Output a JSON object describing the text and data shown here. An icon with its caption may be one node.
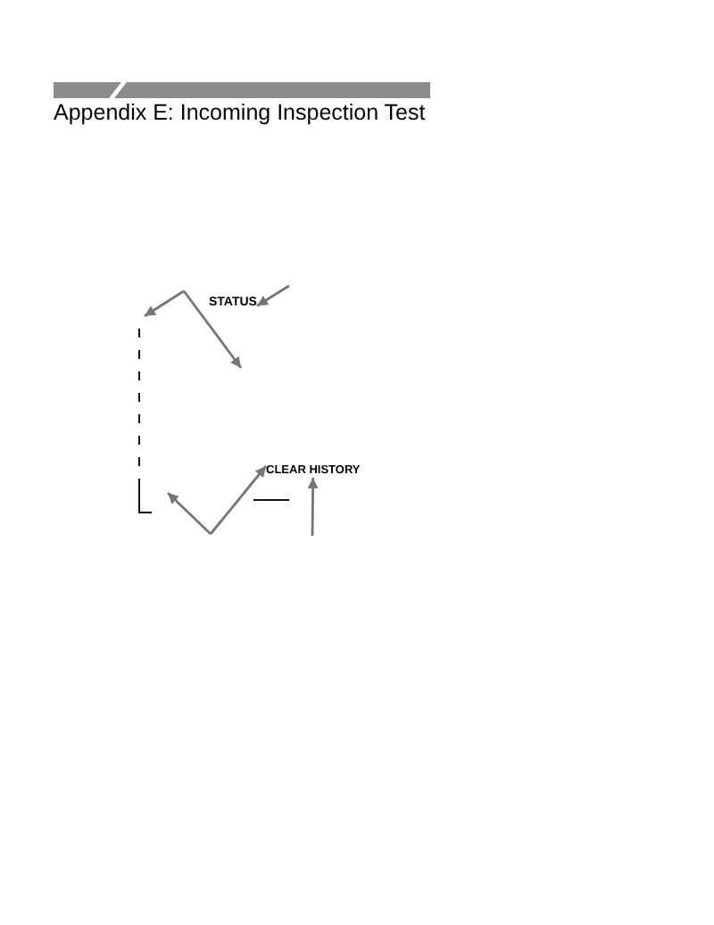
{
  "diagram": {
    "title": "Appendix E: Incoming Inspection Test",
    "nodes": [
      {
        "text": [
          "STATUS"
        ]
      },
      {
        "text": [
          "CLEAR HISTORY"
        ]
      }
    ],
    "edges": [
      {
        "from": null,
        "to": 0,
        "arrow": "to"
      },
      {
        "from": null,
        "to": 1,
        "arrow": "to"
      },
      {
        "from": null,
        "to": 1,
        "arrow": "to"
      }
    ]
  }
}
